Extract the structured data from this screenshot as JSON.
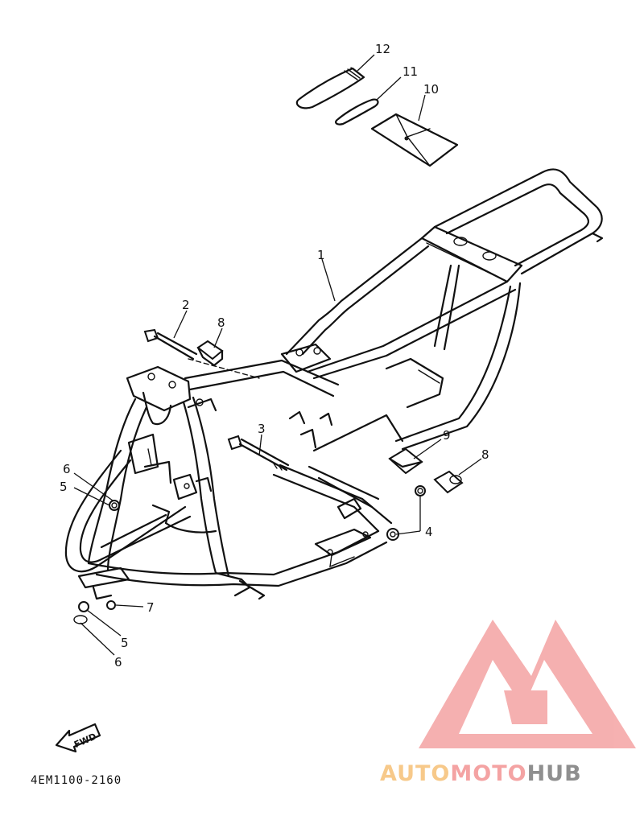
{
  "diagram": {
    "callouts": [
      {
        "id": "c12",
        "label": "12"
      },
      {
        "id": "c11",
        "label": "11"
      },
      {
        "id": "c10",
        "label": "10"
      },
      {
        "id": "c1",
        "label": "1"
      },
      {
        "id": "c2",
        "label": "2"
      },
      {
        "id": "c8a",
        "label": "8"
      },
      {
        "id": "c3",
        "label": "3"
      },
      {
        "id": "c9",
        "label": "9"
      },
      {
        "id": "c8b",
        "label": "8"
      },
      {
        "id": "c4",
        "label": "4"
      },
      {
        "id": "c6a",
        "label": "6"
      },
      {
        "id": "c5a",
        "label": "5"
      },
      {
        "id": "c7",
        "label": "7"
      },
      {
        "id": "c5b",
        "label": "5"
      },
      {
        "id": "c6b",
        "label": "6"
      }
    ],
    "direction_badge": "FWD",
    "document_code": "4EM1100-2160"
  },
  "watermark": {
    "logo": "AUTOMOTOHUB",
    "segments": [
      "AUTO",
      "MOTO",
      "HUB"
    ],
    "colors": {
      "auto": "#f7c98a",
      "moto": "#f4a3a3",
      "hub": "#8f8f8f",
      "mark": "#f4a3a3"
    }
  }
}
